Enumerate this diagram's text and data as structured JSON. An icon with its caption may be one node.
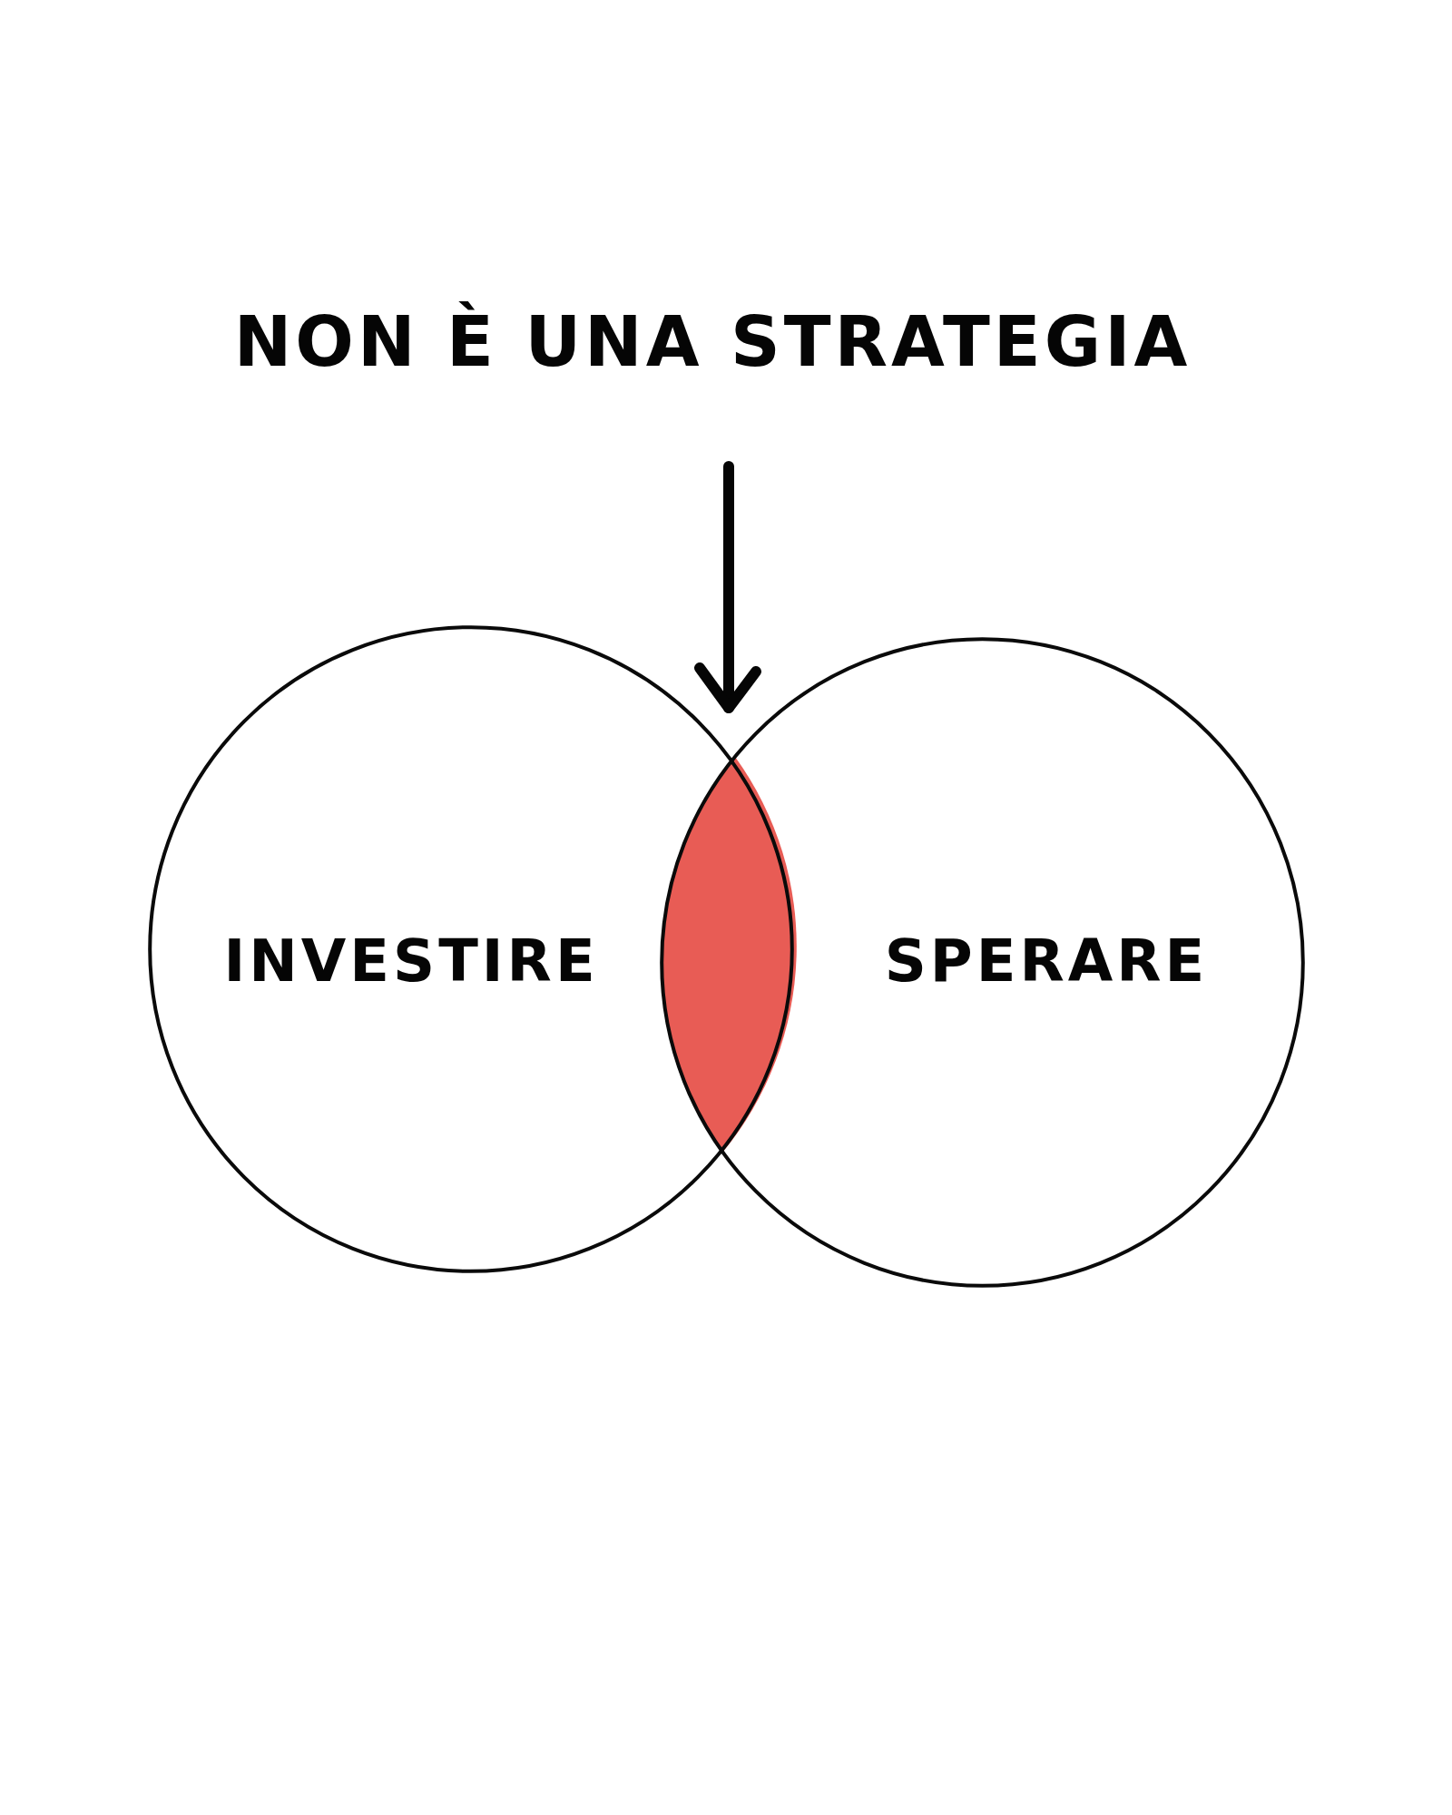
{
  "diagram": {
    "nodes": [
      {
        "text": [
          "NON È UNA STRATEGIA"
        ]
      },
      {
        "text": [
          "INVESTIRE"
        ]
      },
      {
        "text": [
          "SPERARE"
        ]
      },
      {
        "text": [],
        "shape": "lens"
      }
    ],
    "edges": [
      {
        "from": 0,
        "to": 3,
        "arrow": "to"
      }
    ]
  }
}
